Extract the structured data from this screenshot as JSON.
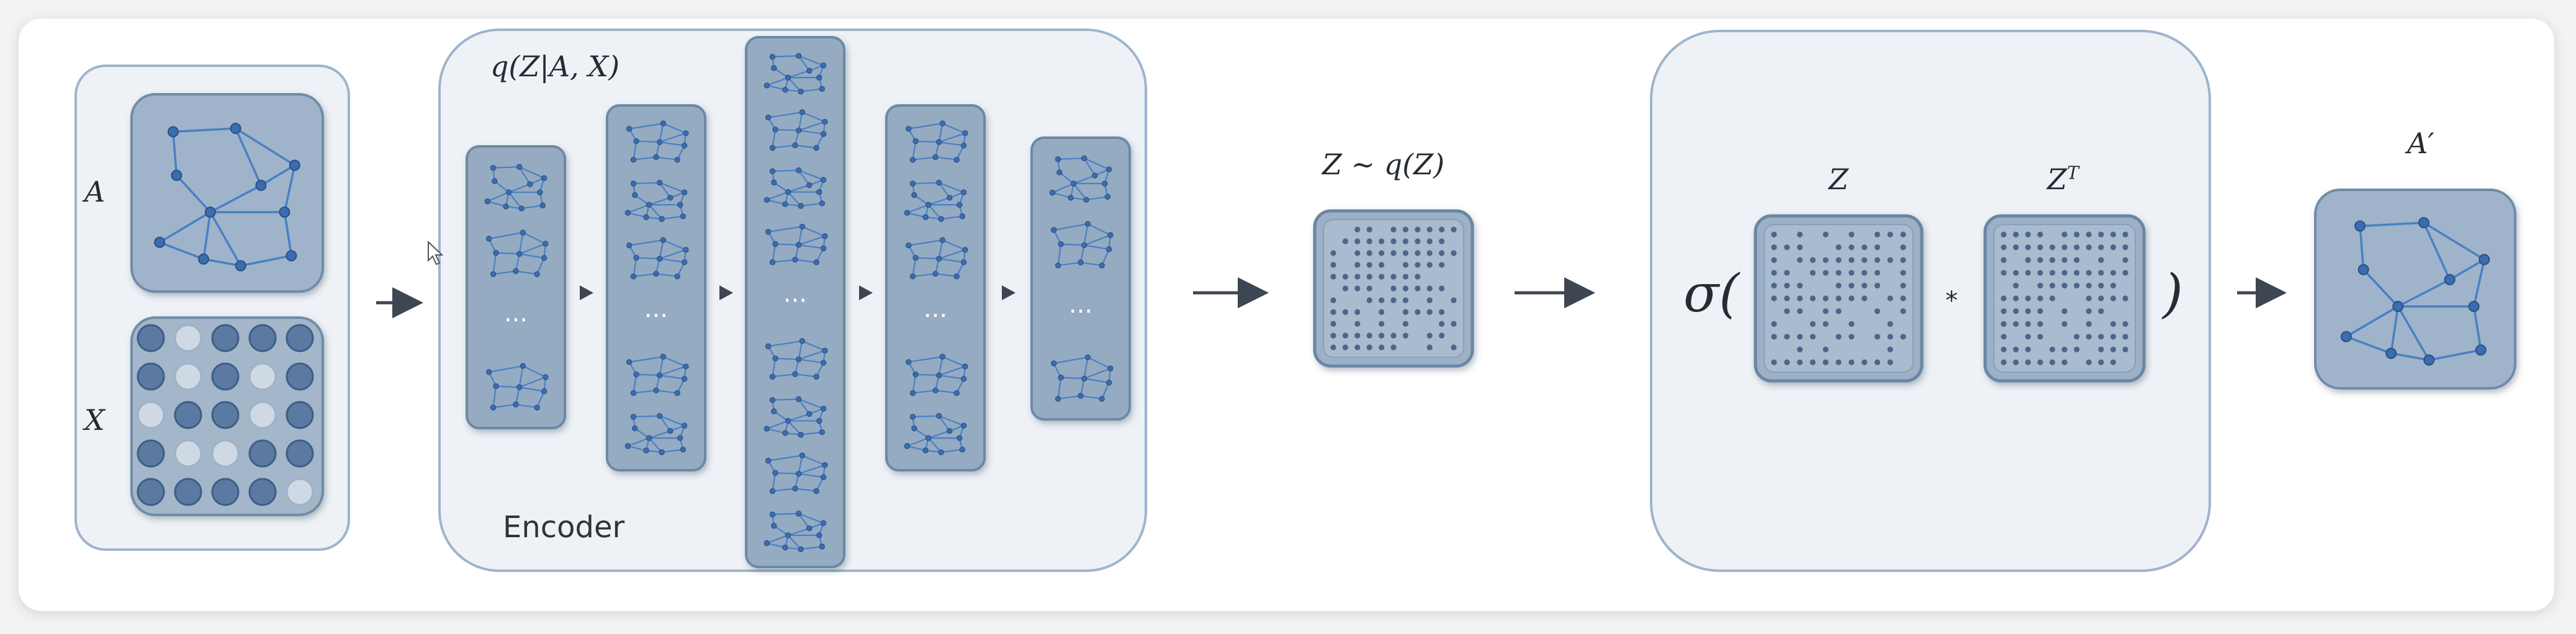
{
  "labels": {
    "input_a": "A",
    "input_x": "X",
    "encoder_formula": "q(Z|A, X)",
    "encoder_title": "Encoder",
    "latent_formula": "Z ~ q(Z)",
    "decoder_sigma": "σ(",
    "decoder_close": ")",
    "decoder_z": "Z",
    "decoder_zt_base": "Z",
    "decoder_zt_sup": "T",
    "decoder_op": "*",
    "output_a": "A′",
    "ellipsis": "···"
  },
  "colors": {
    "panel_fill": "#eef2f6",
    "panel_stroke": "#9eb4cc",
    "tile_fill": "#8fa7c0",
    "tile_stroke": "#5f7c9c",
    "graph_edge": "#4a7fc4",
    "graph_node": "#3a6db0",
    "arrow": "#3d4652",
    "text": "#262b33",
    "filled_cell": "#5b7aa1",
    "empty_cell": "#cfd9e4"
  },
  "feature_matrix_x": [
    [
      1,
      0,
      1,
      1,
      1
    ],
    [
      1,
      0,
      1,
      0,
      1
    ],
    [
      0,
      1,
      1,
      0,
      1
    ],
    [
      1,
      0,
      0,
      1,
      1
    ],
    [
      1,
      1,
      1,
      1,
      0
    ]
  ]
}
